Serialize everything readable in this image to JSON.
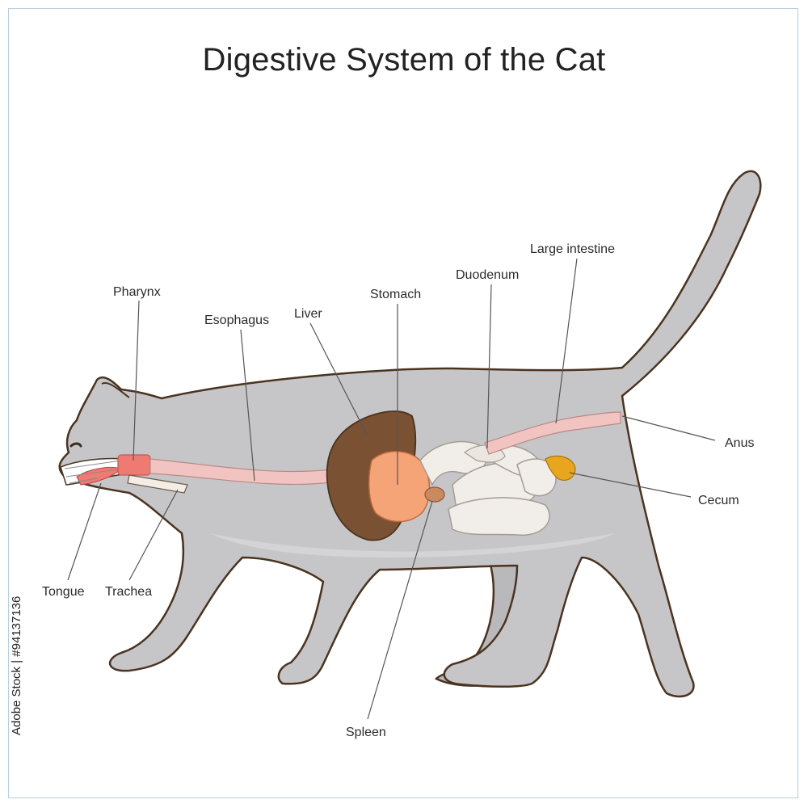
{
  "title": "Digestive System of the Cat",
  "labels": {
    "pharynx": "Pharynx",
    "esophagus": "Esophagus",
    "liver": "Liver",
    "stomach": "Stomach",
    "duodenum": "Duodenum",
    "large_intestine": "Large intestine",
    "anus": "Anus",
    "cecum": "Cecum",
    "tongue": "Tongue",
    "trachea": "Trachea",
    "spleen": "Spleen"
  },
  "stock_id": "Adobe Stock | #94137136",
  "colors": {
    "body": "#c6c6c8",
    "outline": "#4a3320",
    "liver": "#7a5233",
    "stomach": "#f4a476",
    "esophagus": "#f2c4c1",
    "intestine": "#f1eeea",
    "cecum": "#e8a51e",
    "pharynx": "#ee7a72"
  }
}
